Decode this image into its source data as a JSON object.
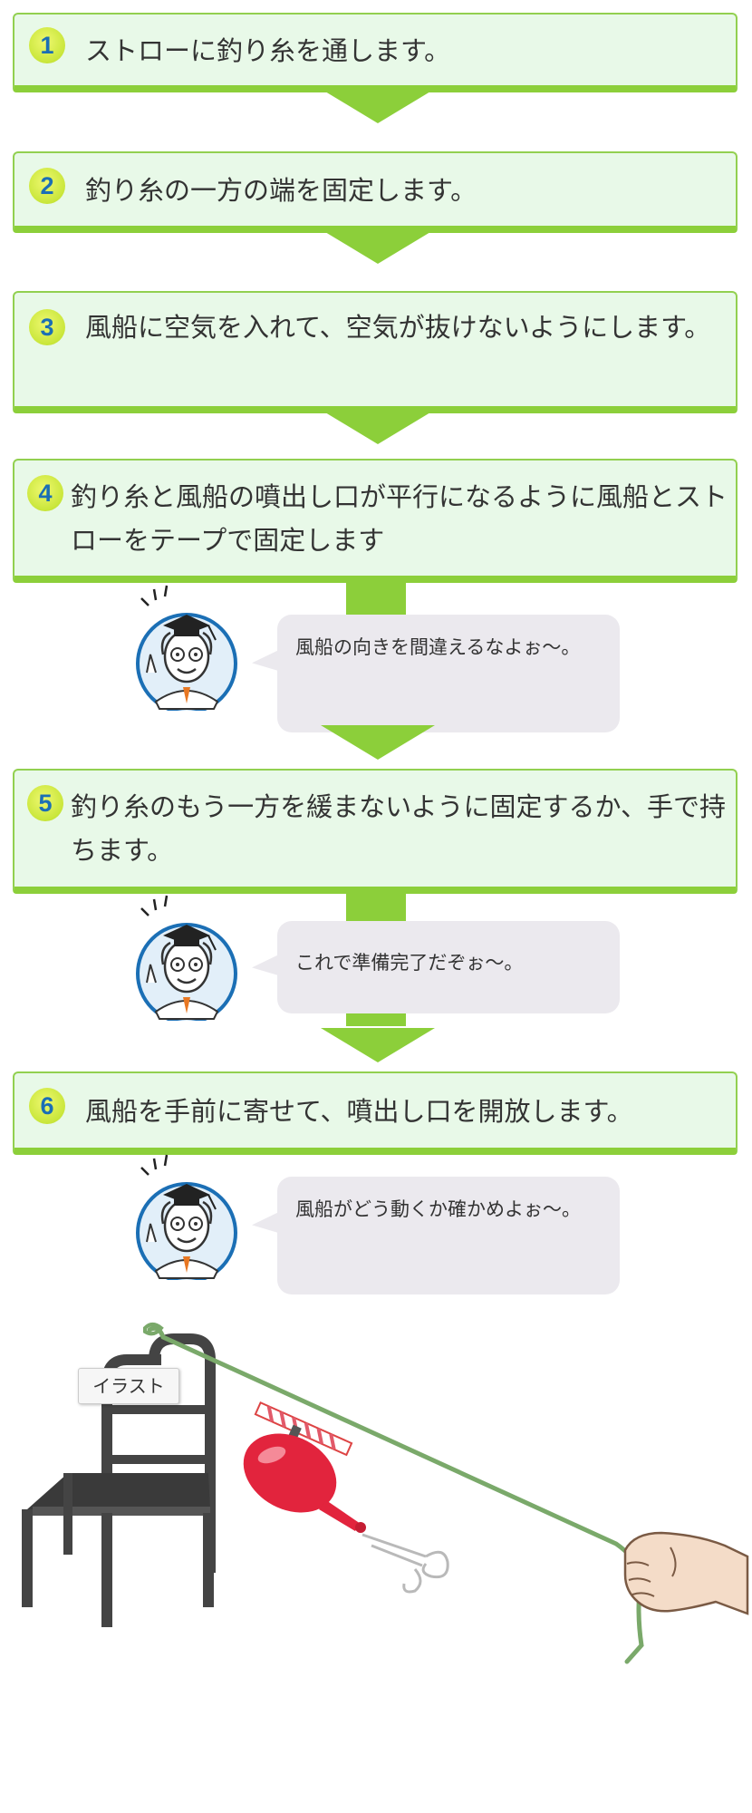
{
  "steps": [
    {
      "number": "1",
      "text": "ストローに釣り糸を通します。"
    },
    {
      "number": "2",
      "text": "釣り糸の一方の端を固定します。"
    },
    {
      "number": "3",
      "text": "風船に空気を入れて、空気が抜けないようにします。"
    },
    {
      "number": "4",
      "text": "釣り糸と風船の噴出し口が平行になるように風船とストローをテープで固定します"
    },
    {
      "number": "5",
      "text": "釣り糸のもう一方を緩まないように固定するか、手で持ちます。"
    },
    {
      "number": "6",
      "text": "風船を手前に寄せて、噴出し口を開放します。"
    }
  ],
  "comments": [
    {
      "text": "風船の向きを間違えるなよぉ〜。"
    },
    {
      "text": "これで準備完了だぞぉ〜。"
    },
    {
      "text": "風船がどう動くか確かめよぉ〜。"
    }
  ],
  "illustration": {
    "label": "イラスト"
  },
  "colors": {
    "step_background": "#e8f9e8",
    "step_border": "#8ccf3a",
    "number_badge": "#c9e63a",
    "number_text": "#1b6fb5",
    "bubble_background": "#ebe9ee",
    "balloon": "#e2243d",
    "fishing_line": "#7aa96a"
  },
  "icons": [
    "professor-icon",
    "chair-icon",
    "balloon-icon",
    "straw-icon",
    "hand-icon",
    "air-swirl-icon"
  ]
}
